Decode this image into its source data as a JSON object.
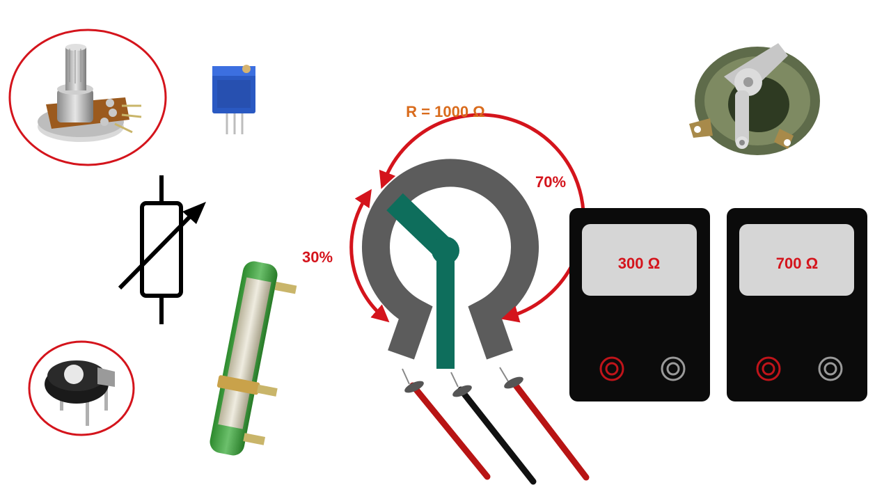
{
  "labels": {
    "total_resistance": "R = 1000 Ω",
    "segment_left_pct": "30%",
    "segment_right_pct": "70%"
  },
  "meters": [
    {
      "reading": "300 Ω"
    },
    {
      "reading": "700 Ω"
    }
  ],
  "colors": {
    "arrow_red": "#d4141c",
    "title_orange": "#d96b1c",
    "wiper_green": "#0e6e5c",
    "track_gray": "#5c5c5c",
    "meter_body": "#0b0b0b",
    "meter_screen": "#d6d6d6",
    "probe_red": "#b81414",
    "probe_black": "#111111"
  },
  "icons": [
    "rotary-potentiometer-icon",
    "trimmer-potentiometer-icon",
    "variable-resistor-symbol-icon",
    "wirewound-rheostat-icon",
    "rotary-rheostat-icon",
    "panel-trimmer-icon"
  ]
}
